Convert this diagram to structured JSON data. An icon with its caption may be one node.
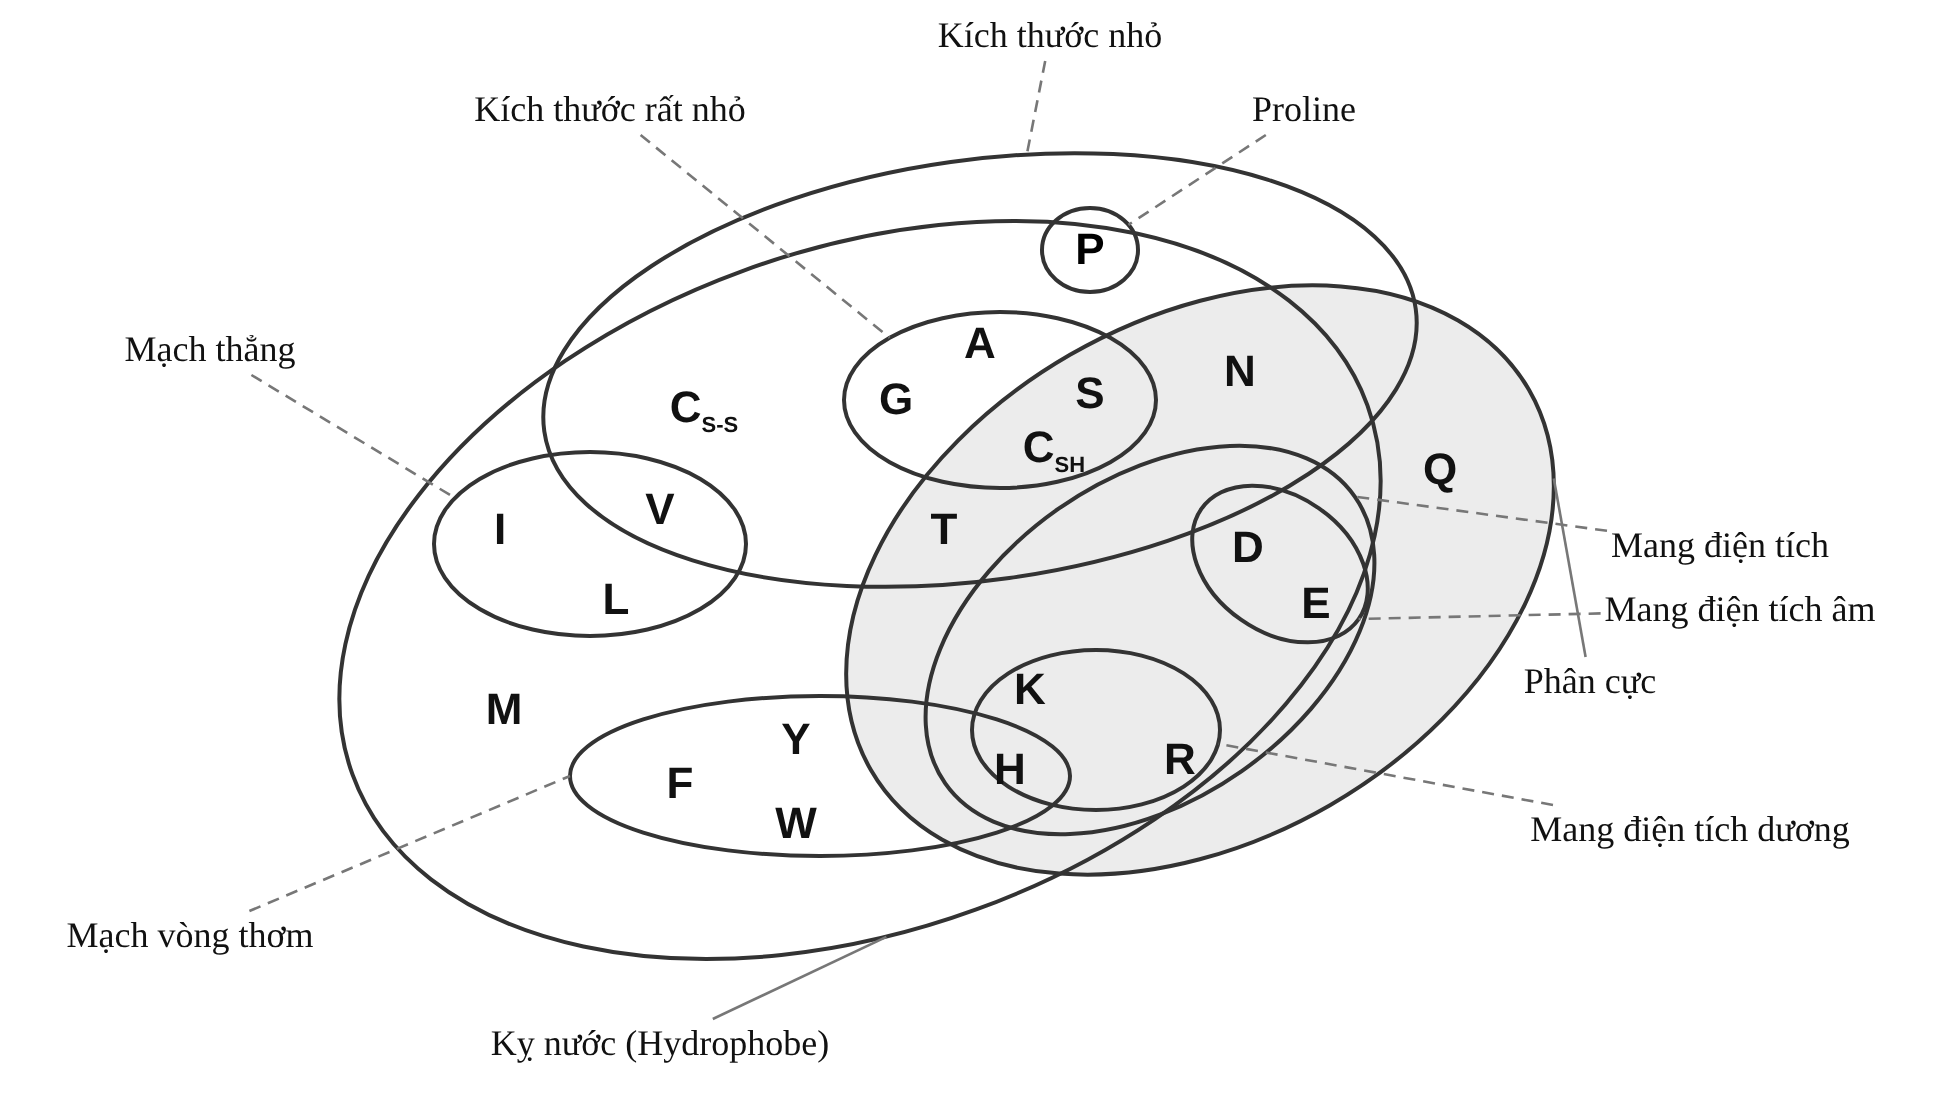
{
  "diagram": {
    "nodes": [
      {
        "text": [
          "Kích thước nhỏ"
        ]
      },
      {
        "text": [
          "Kích thước rất nhỏ"
        ]
      },
      {
        "text": [
          "Proline"
        ]
      },
      {
        "text": [
          "Mạch thẳng"
        ]
      },
      {
        "text": [
          "Mang điện tích"
        ]
      },
      {
        "text": [
          "Mang điện tích âm"
        ]
      },
      {
        "text": [
          "Phân cực"
        ]
      },
      {
        "text": [
          "Mang điện tích dương"
        ]
      },
      {
        "text": [
          "Mạch vòng thơm"
        ]
      },
      {
        "text": [
          "Kỵ nước (Hydrophobe)"
        ]
      },
      {
        "text": [
          "P"
        ],
        "in": 11
      },
      {
        "text": [],
        "shape": "ellipse"
      },
      {
        "text": [],
        "shape": "ellipse",
        "in": 11
      },
      {
        "text": [],
        "shape": "ellipse",
        "in": 19
      },
      {
        "text": [],
        "shape": "ellipse"
      },
      {
        "text": [],
        "shape": "ellipse",
        "in": 14
      },
      {
        "text": [],
        "shape": "ellipse"
      },
      {
        "text": [],
        "shape": "ellipse",
        "in": 14
      },
      {
        "text": [],
        "shape": "ellipse",
        "in": 19
      },
      {
        "text": [],
        "shape": "ellipse"
      }
    ],
    "edges": [
      {
        "from": 0,
        "to": 11,
        "arrow": "none",
        "style": "dashed"
      },
      {
        "from": 1,
        "to": 12,
        "arrow": "none",
        "style": "dashed"
      },
      {
        "from": 2,
        "to": 10,
        "arrow": "none",
        "style": "dashed"
      },
      {
        "from": 3,
        "to": 13,
        "arrow": "none",
        "style": "dashed"
      },
      {
        "from": 4,
        "to": 14,
        "arrow": "none",
        "style": "dashed"
      },
      {
        "from": 5,
        "to": 15,
        "arrow": "none",
        "style": "dashed"
      },
      {
        "from": 6,
        "to": 16,
        "arrow": "none"
      },
      {
        "from": 7,
        "to": 17,
        "arrow": "none",
        "style": "dashed"
      },
      {
        "from": 8,
        "to": 18,
        "arrow": "none",
        "style": "dashed"
      },
      {
        "from": 9,
        "to": 19,
        "arrow": "none"
      }
    ],
    "labels": [
      "A",
      "N",
      "S",
      "G",
      "C$_{S-S}$",
      "C$_{SH}$",
      "Q",
      "V",
      "I",
      "T",
      "D",
      "E",
      "L",
      "K",
      "M",
      "Y",
      "R",
      "H",
      "F",
      "W"
    ]
  }
}
